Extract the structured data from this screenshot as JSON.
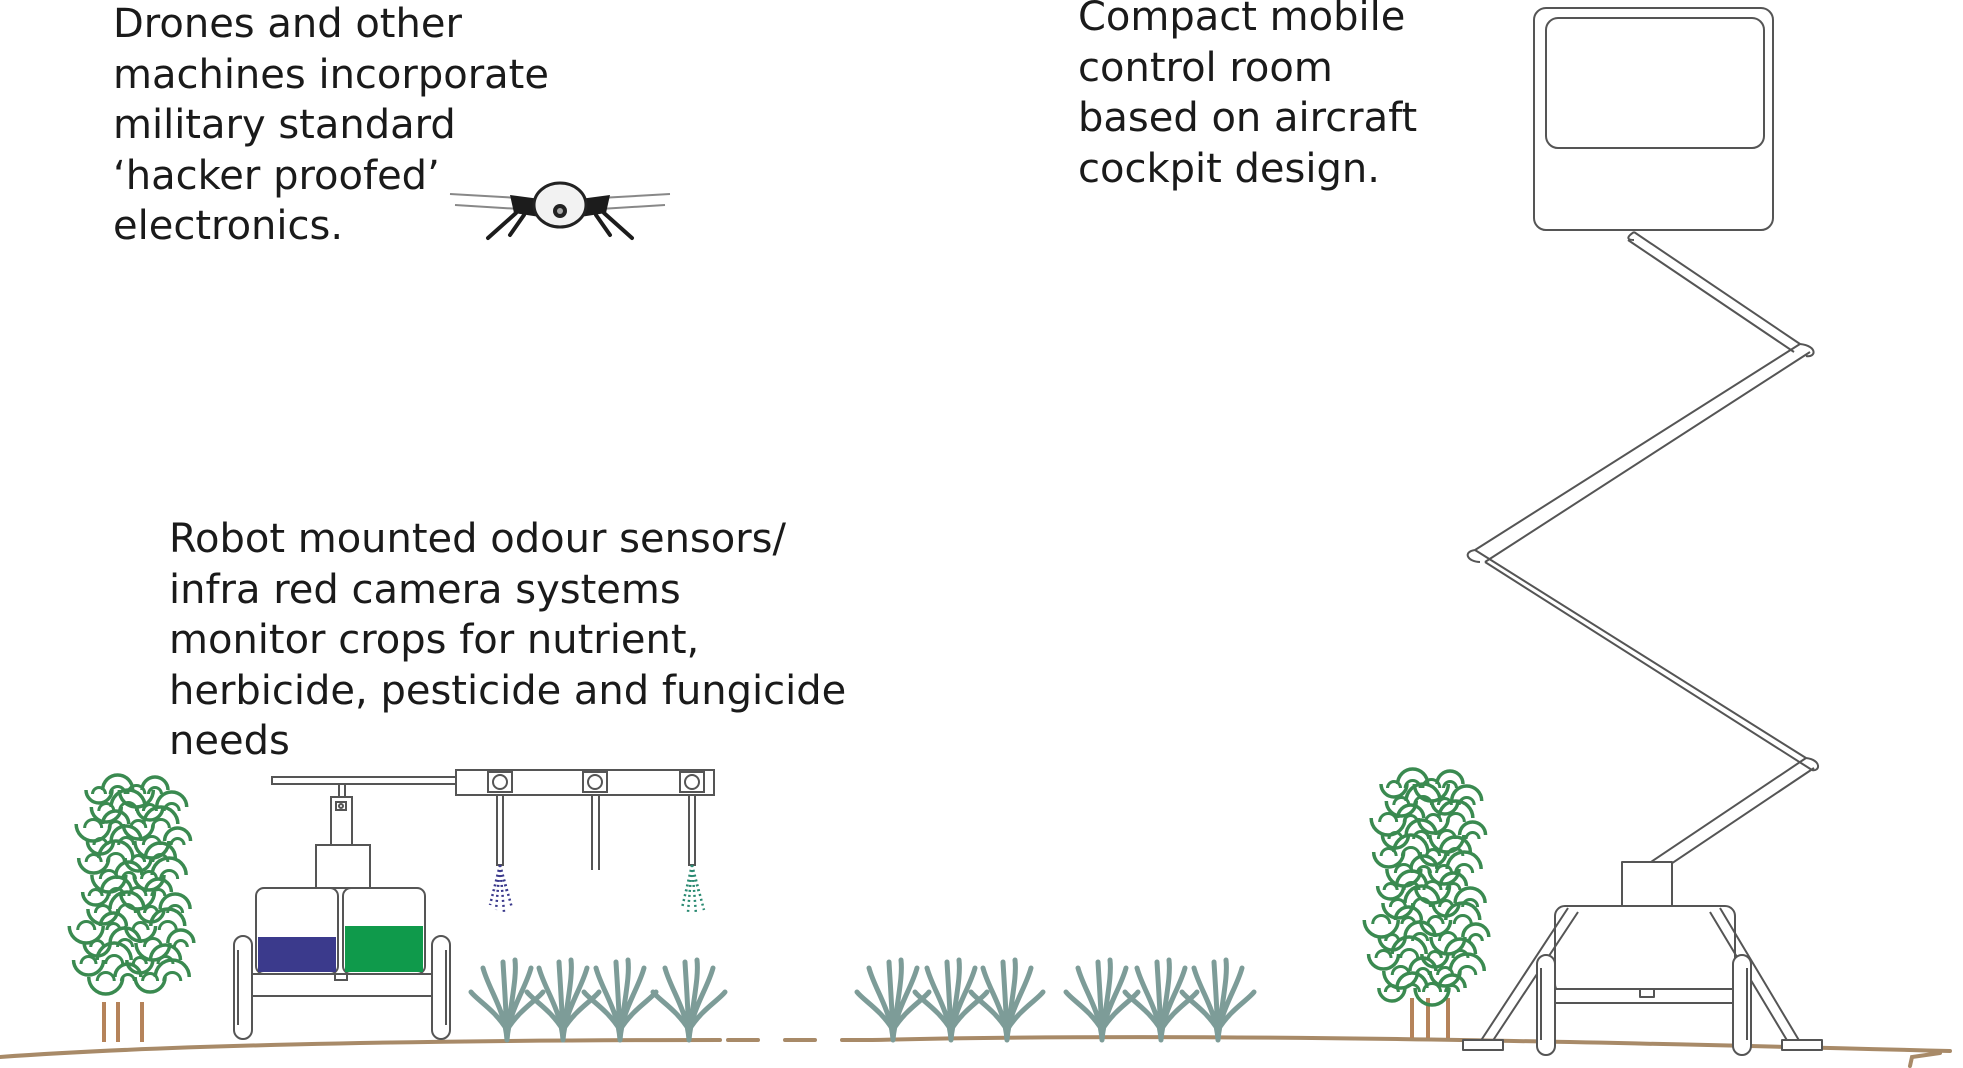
{
  "captions": {
    "drones": "Drones and other\nmachines incorporate\nmilitary standard\n‘hacker proofed’\nelectronics.",
    "control_room": "Compact mobile\ncontrol room\nbased on aircraft\ncockpit design.",
    "robot": "Robot mounted odour sensors/\ninfra red camera systems\nmonitor crops for nutrient,\nherbicide, pesticide and fungicide\nneeds"
  },
  "colors": {
    "ground": "#a88a68",
    "crop": "#7d9c98",
    "foliage": "#3a8a50",
    "trunk": "#b5835a",
    "tank_nutrient": "#3b3a8c",
    "tank_fungicide": "#0f9a4b",
    "spray_blue": "#3b3a8c",
    "spray_green": "#2a8a72",
    "outline": "#555555"
  },
  "icons": [
    "drone-icon",
    "tree-icon",
    "crop-plant-icon",
    "robot-icon",
    "control-room-icon",
    "scissor-lift-icon"
  ]
}
